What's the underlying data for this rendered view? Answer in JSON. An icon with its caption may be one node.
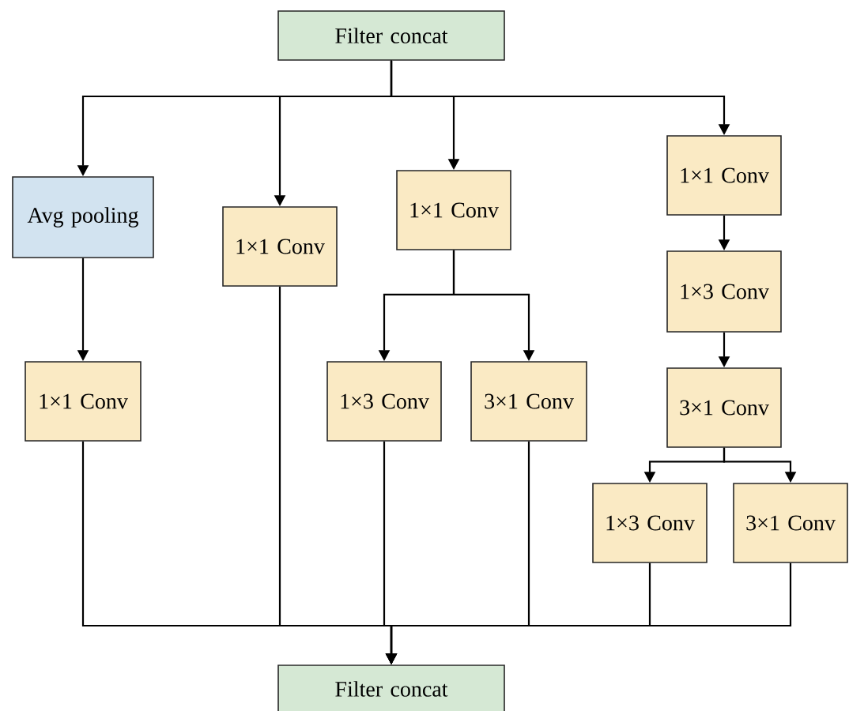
{
  "diagram": {
    "nodes": [
      {
        "text": [
          "Filter concat"
        ]
      },
      {
        "text": [
          "Avg pooling"
        ]
      },
      {
        "text": [
          "1×1 Conv"
        ]
      },
      {
        "text": [
          "1×1 Conv"
        ]
      },
      {
        "text": [
          "1×1 Conv"
        ]
      },
      {
        "text": [
          "1×3 Conv"
        ]
      },
      {
        "text": [
          "1×1 Conv"
        ]
      },
      {
        "text": [
          "1×3 Conv"
        ]
      },
      {
        "text": [
          "3×1 Conv"
        ]
      },
      {
        "text": [
          "3×1 Conv"
        ]
      },
      {
        "text": [
          "1×3 Conv"
        ]
      },
      {
        "text": [
          "3×1 Conv"
        ]
      },
      {
        "text": [
          "Filter concat"
        ]
      }
    ],
    "edges": [
      {
        "from": 0,
        "to": 1,
        "arrow": "to"
      },
      {
        "from": 0,
        "to": 2,
        "arrow": "to"
      },
      {
        "from": 0,
        "to": 3,
        "arrow": "to"
      },
      {
        "from": 0,
        "to": 4,
        "arrow": "to"
      },
      {
        "from": 1,
        "to": 6,
        "arrow": "to"
      },
      {
        "from": 3,
        "to": 7,
        "arrow": "to"
      },
      {
        "from": 3,
        "to": 8,
        "arrow": "to"
      },
      {
        "from": 4,
        "to": 5,
        "arrow": "to"
      },
      {
        "from": 5,
        "to": 9,
        "arrow": "to"
      },
      {
        "from": 9,
        "to": 10,
        "arrow": "to"
      },
      {
        "from": 9,
        "to": 11,
        "arrow": "to"
      },
      {
        "from": 6,
        "to": 12,
        "arrow": "to"
      },
      {
        "from": 2,
        "to": 12,
        "arrow": "to"
      },
      {
        "from": 7,
        "to": 12,
        "arrow": "to"
      },
      {
        "from": 8,
        "to": 12,
        "arrow": "to"
      },
      {
        "from": 10,
        "to": 12,
        "arrow": "to"
      },
      {
        "from": 11,
        "to": 12,
        "arrow": "to"
      }
    ]
  }
}
